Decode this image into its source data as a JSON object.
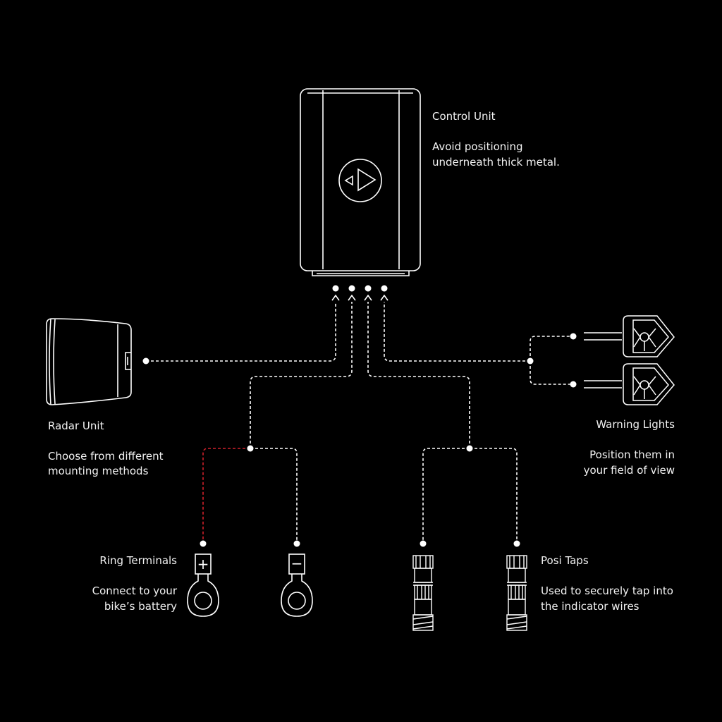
{
  "colors": {
    "background": "#000000",
    "line": "#ffffff",
    "positive_wire": "#d1202a"
  },
  "control_unit": {
    "title": "Control Unit",
    "note_line1": "Avoid positioning",
    "note_line2": "underneath thick metal."
  },
  "radar_unit": {
    "title": "Radar Unit",
    "note_line1": "Choose from different",
    "note_line2": "mounting methods"
  },
  "warning_lights": {
    "title": "Warning Lights",
    "note_line1": "Position them in",
    "note_line2": "your field of view"
  },
  "ring_terminals": {
    "title": "Ring Terminals",
    "note_line1": "Connect to your",
    "note_line2": "bike’s battery",
    "plus_symbol": "+",
    "minus_symbol": "−"
  },
  "posi_taps": {
    "title": "Posi Taps",
    "note_line1": "Used to securely tap into",
    "note_line2": "the indicator wires"
  },
  "icons": [
    "control-unit-icon",
    "radar-unit-icon",
    "warning-light-icon",
    "ring-terminal-icon",
    "posi-tap-icon"
  ]
}
